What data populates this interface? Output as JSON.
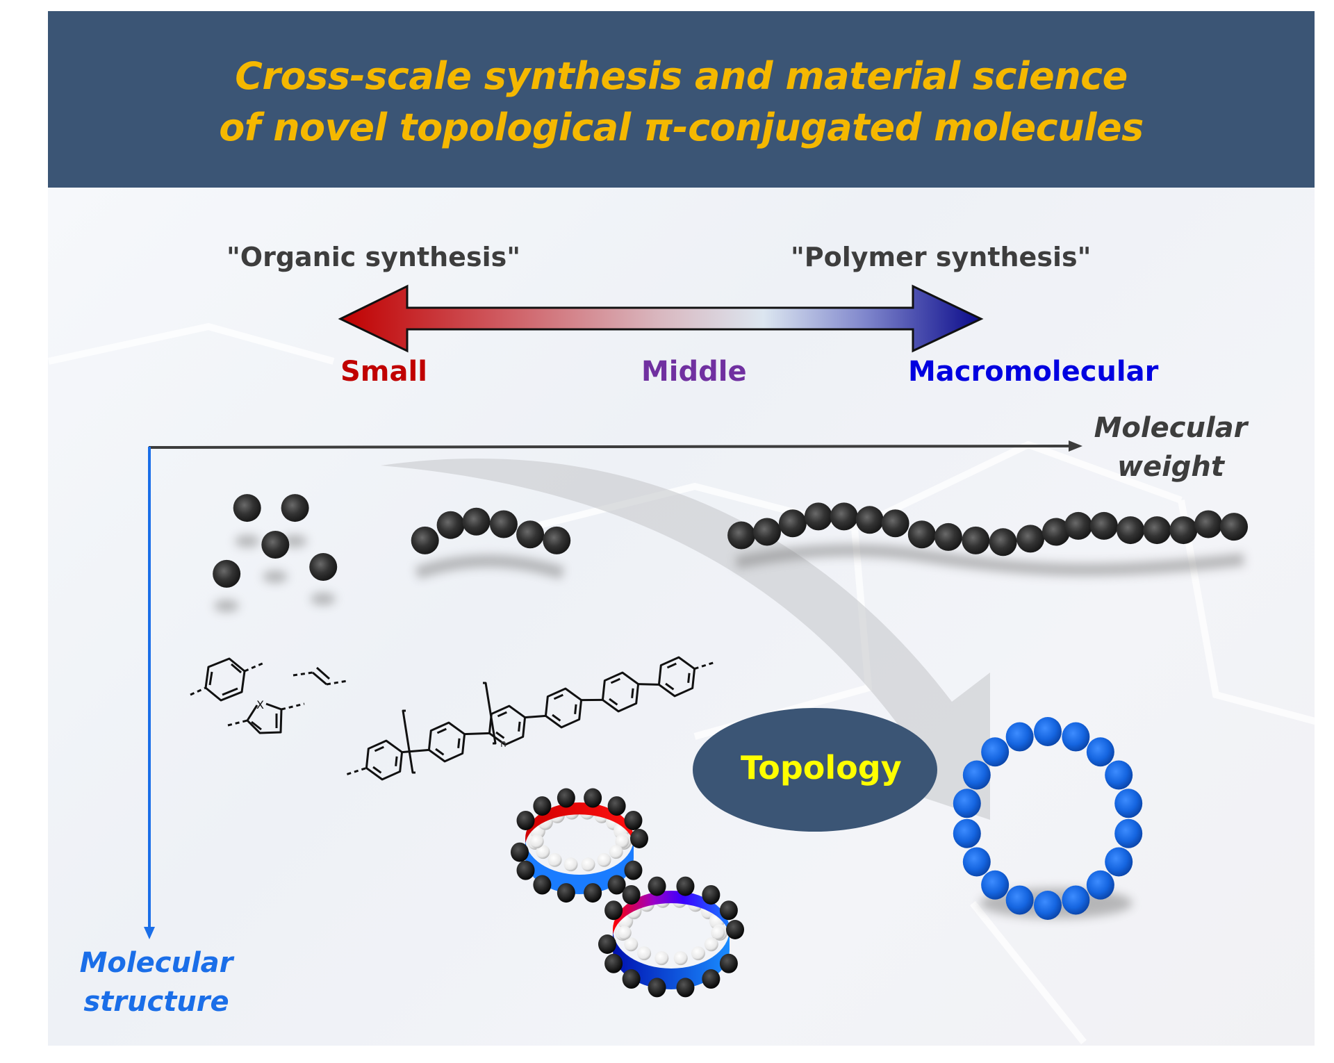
{
  "header": {
    "title_line1": "Cross-scale synthesis and material science",
    "title_line2": "of novel topological π-conjugated molecules",
    "background_color": "#3b5575",
    "title_color": "#f5b800"
  },
  "synthesis_scale": {
    "left_label": "\"Organic synthesis\"",
    "right_label": "\"Polymer synthesis\"",
    "arrow_gradient": [
      "#c00000",
      "#e0e6ef",
      "#0a0a8a"
    ],
    "scale_labels": [
      {
        "text": "Small",
        "color": "#c00000"
      },
      {
        "text": "Middle",
        "color": "#7030a0"
      },
      {
        "text": "Macromolecular",
        "color": "#0000e0"
      }
    ]
  },
  "axes": {
    "x_label_line1": "Molecular",
    "x_label_line2": "weight",
    "x_color": "#3d3d3d",
    "y_label_line1": "Molecular",
    "y_label_line2": "structure",
    "y_color": "#1a6ee8"
  },
  "structures": {
    "heteroatom_label": "X",
    "repeat_subscript": "n"
  },
  "topology": {
    "label": "Topology",
    "bubble_color": "#3b5575",
    "text_color": "#ffff00",
    "ring_bead_color": "#1565e0"
  }
}
